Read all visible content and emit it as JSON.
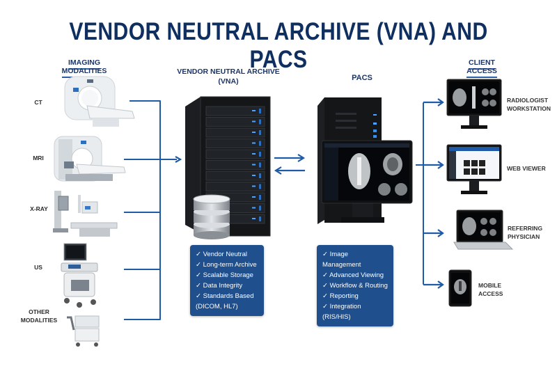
{
  "title": "VENDOR NEUTRAL ARCHIVE (VNA) AND PACS",
  "modalities": {
    "heading": "IMAGING MODALITIES",
    "items": [
      {
        "label": "CT",
        "icon": "ct-scanner-icon"
      },
      {
        "label": "MRI",
        "icon": "mri-scanner-icon"
      },
      {
        "label": "X-RAY",
        "icon": "xray-machine-icon"
      },
      {
        "label": "US",
        "icon": "ultrasound-cart-icon"
      },
      {
        "label": "OTHER MODALITIES",
        "icon": "other-modality-icon"
      }
    ]
  },
  "vna": {
    "heading_line1": "VENDOR NEUTRAL ARCHIVE",
    "heading_line2": "(VNA)",
    "features": [
      "Vendor Neutral",
      "Long-term Archive",
      "Scalable Storage",
      "Data Integrity",
      "Standards Based (DICOM, HL7)"
    ]
  },
  "pacs": {
    "heading": "PACS",
    "features": [
      "Image Management",
      "Advanced Viewing",
      "Workflow & Routing",
      "Reporting",
      "Integration (RIS/HIS)"
    ]
  },
  "clients": {
    "heading": "CLIENT ACCESS",
    "items": [
      {
        "label_line1": "RADIOLOGIST",
        "label_line2": "WORKSTATION",
        "icon": "workstation-monitor-icon"
      },
      {
        "label_line1": "WEB VIEWER",
        "label_line2": "",
        "icon": "web-viewer-monitor-icon"
      },
      {
        "label_line1": "REFERRING",
        "label_line2": "PHYSICIAN",
        "icon": "laptop-icon"
      },
      {
        "label_line1": "MOBILE",
        "label_line2": "ACCESS",
        "icon": "tablet-icon"
      }
    ]
  },
  "colors": {
    "title": "#0f2f60",
    "accent": "#1f5aa6",
    "box": "#1f4f8c"
  }
}
